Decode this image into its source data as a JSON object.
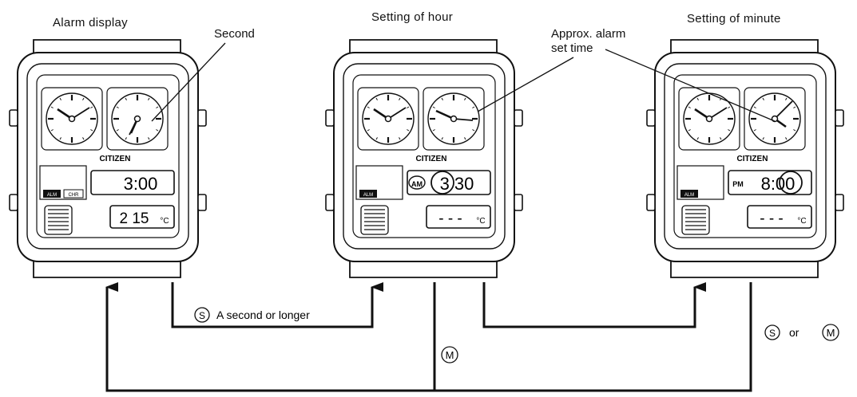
{
  "watches": [
    {
      "title": "Alarm display",
      "callout": "Second",
      "brand": "CITIZEN",
      "upper_lcd": "3:00",
      "lower_lcd": "2 15",
      "unit": "°C",
      "button_left": "ALM",
      "button_right": "CHR"
    },
    {
      "title": "Setting of hour",
      "callout_line1": "Approx. alarm",
      "callout_line2": "set time",
      "brand": "CITIZEN",
      "upper_prefix": "AM",
      "upper_lcd": "3 30",
      "lower_lcd": "- - -",
      "unit": "°C",
      "button_left": "ALM"
    },
    {
      "title": "Setting of minute",
      "brand": "CITIZEN",
      "upper_prefix": "PM",
      "upper_lcd": "8:00",
      "lower_lcd": "- - -",
      "unit": "°C",
      "button_left": "ALM"
    }
  ],
  "flow": {
    "s_label": "A second or longer",
    "s_symbol": "S",
    "m_symbol": "M",
    "or_text": "or"
  }
}
